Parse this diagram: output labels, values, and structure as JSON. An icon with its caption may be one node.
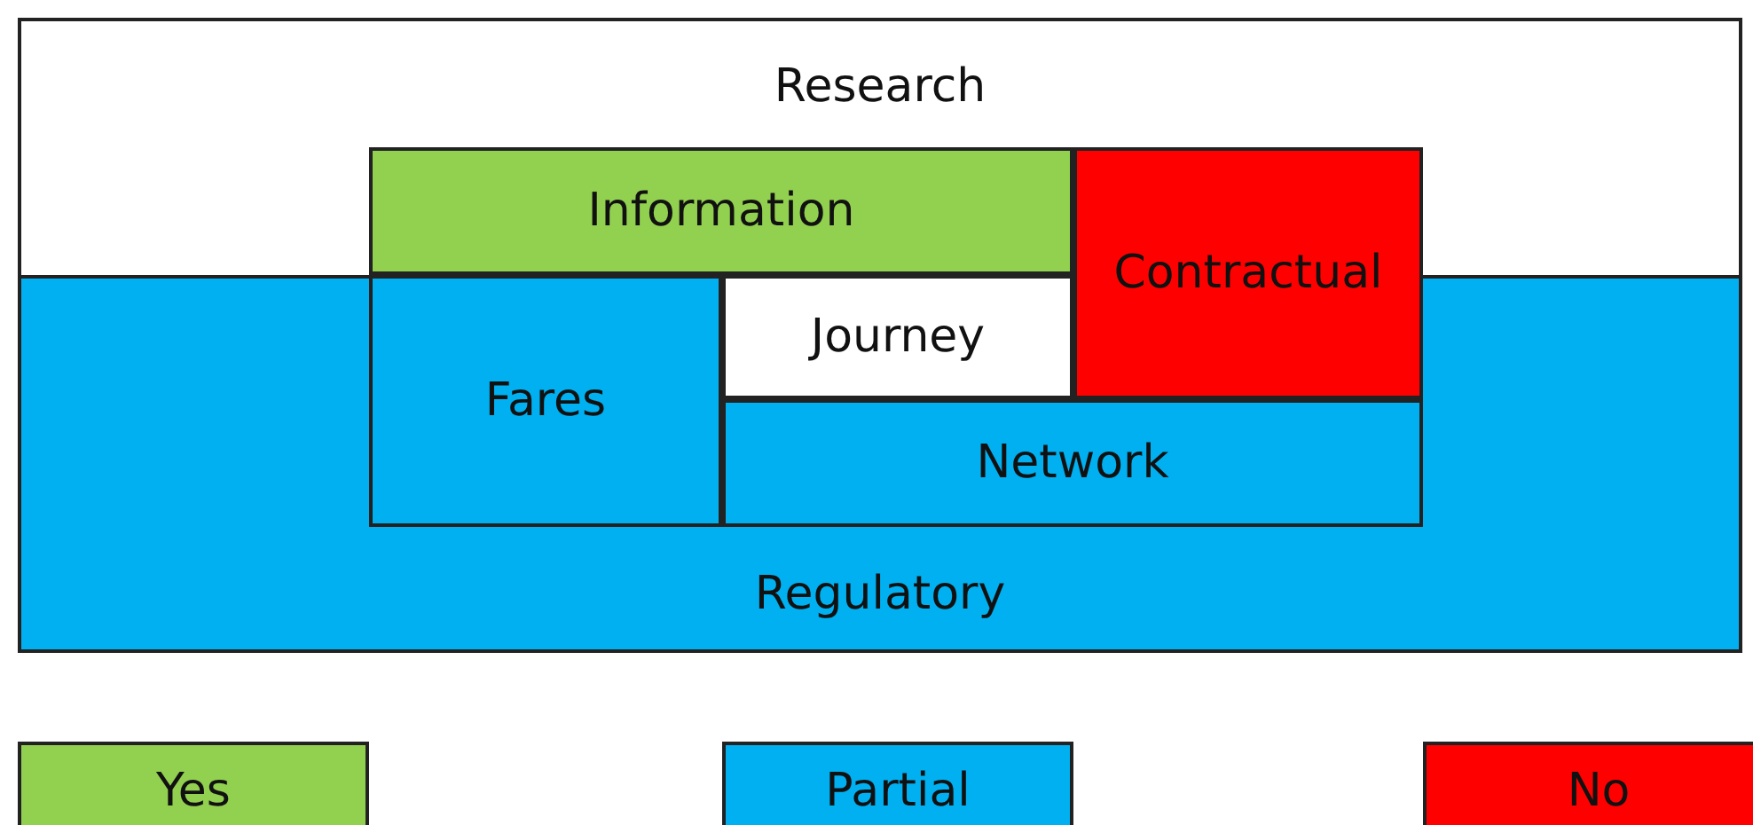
{
  "diagram": {
    "nodes": [
      {
        "text": [
          "Research"
        ]
      },
      {
        "text": [
          "Information"
        ],
        "in": 0
      },
      {
        "text": [
          "Contractual"
        ]
      },
      {
        "text": [
          "Regulatory"
        ]
      },
      {
        "text": [
          "Fares"
        ],
        "in": 3
      },
      {
        "text": [
          "Journey"
        ],
        "in": 3
      },
      {
        "text": [
          "Network"
        ],
        "in": 3
      }
    ],
    "legend": [
      {
        "text": "Yes",
        "color": "#92d050"
      },
      {
        "text": "Partial",
        "color": "#00b0f0"
      },
      {
        "text": "No",
        "color": "#ff0000"
      }
    ]
  }
}
